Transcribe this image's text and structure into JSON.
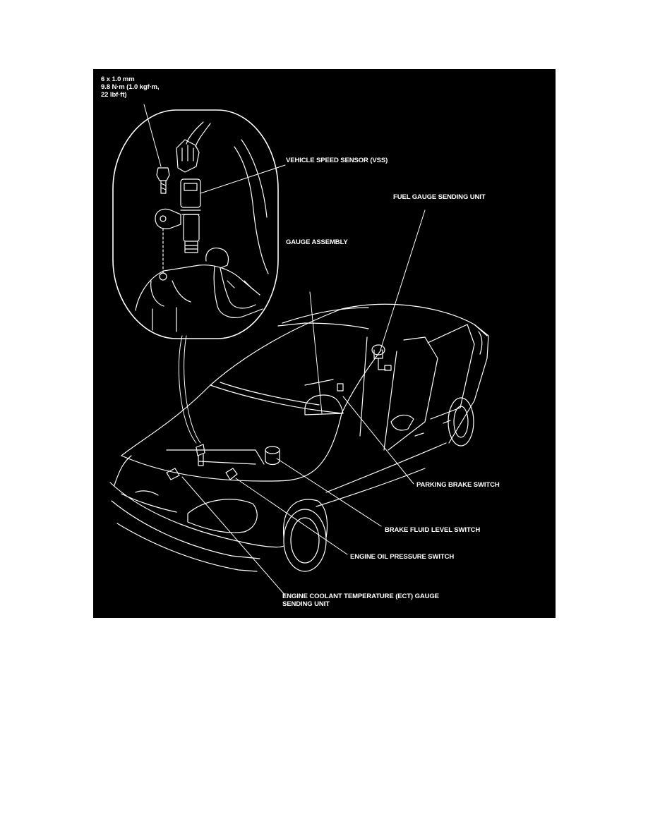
{
  "labels": {
    "bolt_spec": "6 x 1.0 mm\n9.8 N·m (1.0 kgf·m,\n22 lbf·ft)",
    "vss": "VEHICLE SPEED SENSOR (VSS)",
    "fuel_gauge": "FUEL GAUGE SENDING UNIT",
    "gauge_assembly": "GAUGE ASSEMBLY",
    "parking_brake": "PARKING BRAKE SWITCH",
    "brake_fluid": "BRAKE FLUID LEVEL SWITCH",
    "oil_pressure": "ENGINE OIL PRESSURE SWITCH",
    "ect": "ENGINE COOLANT TEMPERATURE (ECT) GAUGE\nSENDING UNIT"
  },
  "colors": {
    "background": "#000000",
    "line": "#ffffff",
    "page": "#ffffff"
  }
}
